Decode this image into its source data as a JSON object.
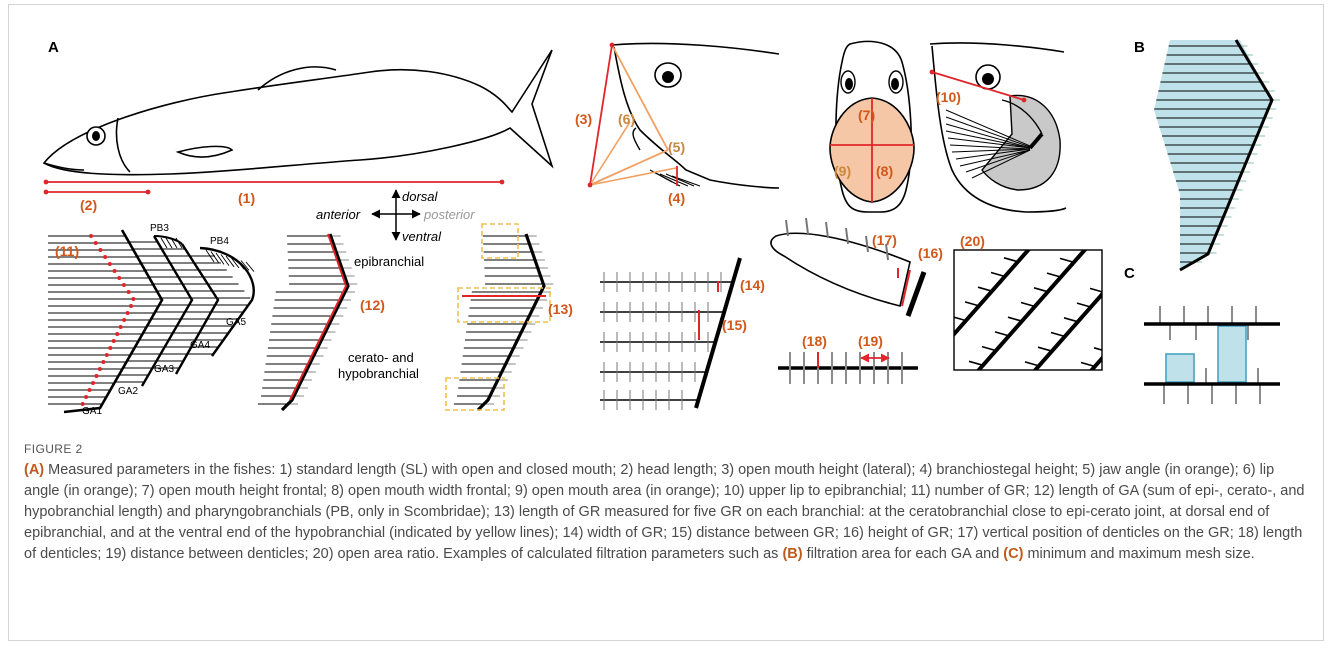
{
  "panels": {
    "a": "A",
    "b": "B",
    "c": "C"
  },
  "numbers": {
    "n1": "(1)",
    "n2": "(2)",
    "n3": "(3)",
    "n4": "(4)",
    "n5": "(5)",
    "n6": "(6)",
    "n7": "(7)",
    "n8": "(8)",
    "n9": "(9)",
    "n10": "(10)",
    "n11": "(11)",
    "n12": "(12)",
    "n13": "(13)",
    "n14": "(14)",
    "n15": "(15)",
    "n16": "(16)",
    "n17": "(17)",
    "n18": "(18)",
    "n19": "(19)",
    "n20": "(20)"
  },
  "arch_labels": {
    "pb3": "PB3",
    "pb4": "PB4",
    "ga1": "GA1",
    "ga2": "GA2",
    "ga3": "GA3",
    "ga4": "GA4",
    "ga5": "GA5"
  },
  "orientation": {
    "dorsal": "dorsal",
    "ventral": "ventral",
    "anterior": "anterior",
    "posterior": "posterior"
  },
  "parts": {
    "epibranchial": "epibranchial",
    "cerato_line1": "cerato- and",
    "cerato_line2": "hypobranchial"
  },
  "caption": {
    "figure_label": "FIGURE 2",
    "a_label": "(A)",
    "a_text": " Measured parameters in the fishes: 1) standard length (SL) with open and closed mouth; 2) head length; 3) open mouth height (lateral); 4) branchiostegal height; 5) jaw angle (in orange); 6) lip angle (in orange); 7) open mouth height frontal; 8) open mouth width frontal; 9) open mouth area (in orange); 10) upper lip to epibranchial; 11) number of GR; 12) length of GA (sum of epi-, cerato-, and hypobranchial length) and pharyngobranchials (PB, only in Scombridae); 13) length of GR measured for five GR on each branchial: at the ceratobranchial close to epi-cerato joint, at dorsal end of epibranchial, and at the ventral end of the hypobranchial (indicated by yellow lines); 14) width of GR; 15) distance between GR; 16) height of GR; 17) vertical position of denticles on the GR; 18) length of denticles; 19) distance between denticles; 20) open area ratio. Examples of calculated filtration parameters such as ",
    "b_label": "(B)",
    "b_text": " filtration area for each GA and ",
    "c_label": "(C)",
    "c_text": " minimum and maximum mesh size."
  },
  "colors": {
    "red": "#e0262b",
    "orange_num": "#d2571a",
    "orange_fill": "#f6c7a6",
    "light_blue": "#bfe2ea",
    "yellow_dash": "#f2c14e"
  }
}
